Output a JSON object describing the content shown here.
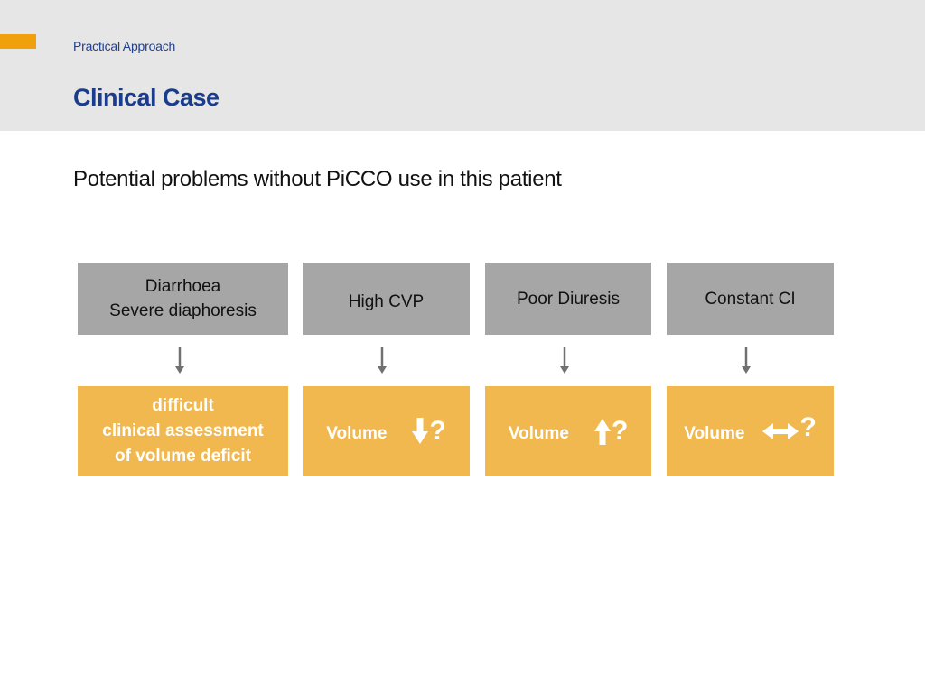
{
  "header": {
    "section_label": "Practical Approach",
    "title": "Clinical Case"
  },
  "subtitle": "Potential problems without PiCCO use in this patient",
  "colors": {
    "accent": "#f0a00a",
    "title_blue": "#1a3c8c",
    "gray_box": "#a6a6a6",
    "orange_box": "#f0b84f"
  },
  "columns": [
    {
      "finding_lines": [
        "Diarrhoea",
        "Severe diaphoresis"
      ],
      "result_lines": [
        "difficult",
        "clinical assessment",
        "of volume deficit"
      ]
    },
    {
      "finding_lines": [
        "High CVP"
      ],
      "volume_label": "Volume",
      "volume_icon": "arrow-down-icon",
      "question": "?"
    },
    {
      "finding_lines": [
        "Poor Diuresis"
      ],
      "volume_label": "Volume",
      "volume_icon": "arrow-up-icon",
      "question": "?"
    },
    {
      "finding_lines": [
        "Constant CI"
      ],
      "volume_label": "Volume",
      "volume_icon": "arrow-left-right-icon",
      "question": "?"
    }
  ]
}
